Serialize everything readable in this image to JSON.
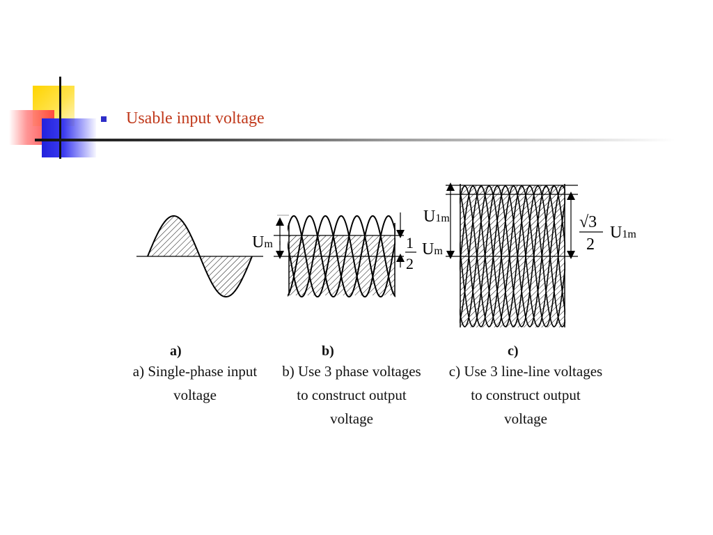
{
  "slide": {
    "title": "Usable input voltage"
  },
  "figure": {
    "symbols": {
      "um": "U",
      "um_sub": "m",
      "u1m": "U",
      "u1m_sub": "1m",
      "half_num": "1",
      "half_den": "2",
      "sqrt3_num": "√3",
      "sqrt3_den": "2"
    },
    "panels": [
      {
        "tag": "a)",
        "caption": [
          "a) Single-phase input",
          "voltage"
        ]
      },
      {
        "tag": "b)",
        "caption": [
          "b) Use 3 phase voltages",
          "to construct output",
          "voltage"
        ]
      },
      {
        "tag": "c)",
        "caption": [
          "c) Use 3 line-line voltages",
          "to construct output",
          "voltage"
        ]
      }
    ]
  }
}
